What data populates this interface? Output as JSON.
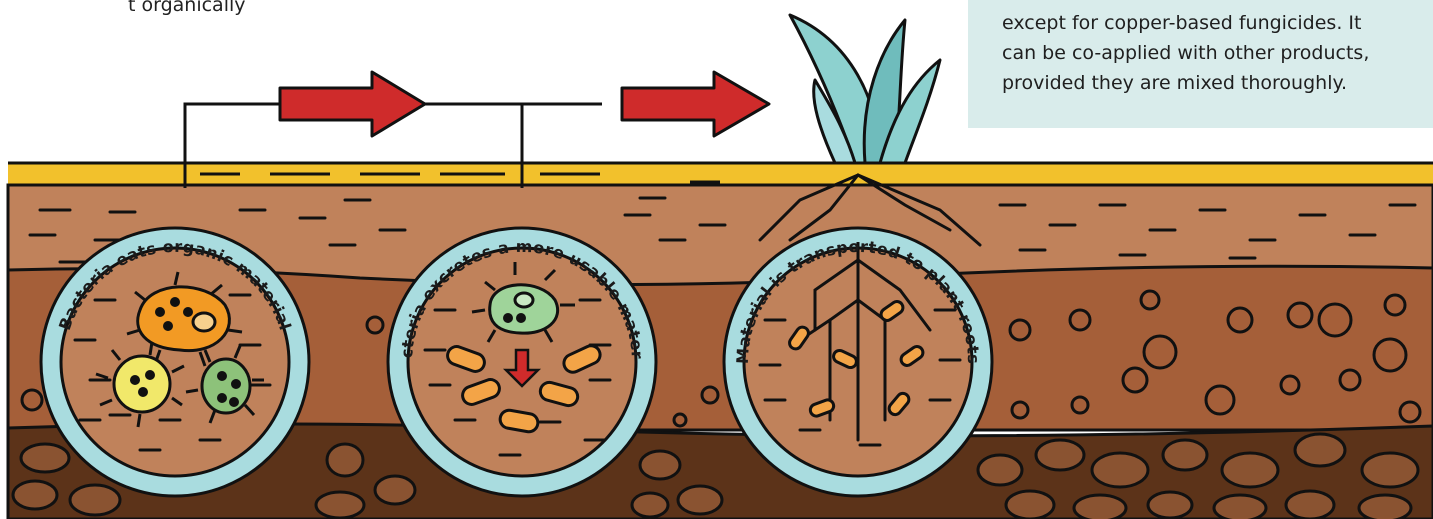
{
  "intro": {
    "partial_line": "t organically"
  },
  "note": {
    "lines": [
      "except for copper-based fungicides. It",
      "can be co-applied with other products,",
      "provided they are mixed thoroughly."
    ]
  },
  "diagram": {
    "stages": [
      {
        "label": "Bacteria eats organic material"
      },
      {
        "label": "Bacteria excretes a more usable material"
      },
      {
        "label": "Material is transported to plant roots"
      }
    ]
  },
  "colors": {
    "topsoil": "#c0825b",
    "middle_soil": "#a55f39",
    "deep_soil": "#5c3319",
    "ground_line": "#f2c12c",
    "ring": "#a9dcdf",
    "arrow": "#cf2b2b",
    "grass": "#7fc7c7"
  }
}
